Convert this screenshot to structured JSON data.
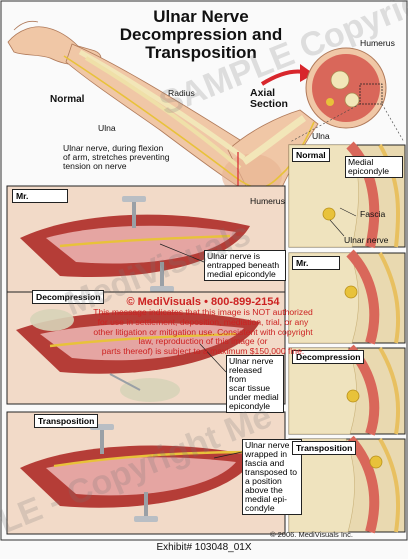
{
  "title": "Ulnar Nerve\nDecompression and\nTransposition",
  "labels": {
    "normal": "Normal",
    "radius": "Radius",
    "ulna_arm": "Ulna",
    "axial_section": "Axial\nSection",
    "humerus_top": "Humerus",
    "ulna_section": "Ulna",
    "humerus_arm": "Humerus",
    "nerve_note": "Ulnar nerve, during flexion\nof arm, stretches preventing\ntension on nerve"
  },
  "panels": {
    "mr": "Mr.",
    "decompression": "Decompression",
    "transposition": "Transposition"
  },
  "callouts": {
    "entrapped": "Ulnar nerve is\nentrapped beneath\nmedial epicondyle",
    "released": "Ulnar nerve\nreleased from\nscar tissue\nunder medial\nepicondyle",
    "wrapped": "Ulnar nerve is\nwrapped in\nfascia and\ntransposed to\na position\nabove the\nmedial epi-\ncondyle"
  },
  "section_panels": {
    "normal": "Normal",
    "medial_epicondyle": "Medial\nepicondyle",
    "fascia": "Fascia",
    "ulnar_nerve": "Ulnar nerve",
    "mr": "Mr.",
    "decompression": "Decompression",
    "transposition": "Transposition"
  },
  "watermark": {
    "line1": "SAMPLE Copyright",
    "line2": "MediVisuals",
    "line3": "LE - Copyright Me"
  },
  "notice": {
    "header": "© MediVisuals • 800-899-2154",
    "body": "This message indicates that this image is NOT authorized\nfor use in settlement, deposition, mediation, trial, or any\nother litigation or mitigation use. Consistent with copyright\nlaw, reproduction of this image (or\nparts thereof) is subject to a maximum $150,000 fine."
  },
  "footer": {
    "copyright": "© 2006. MediVisuals Inc.",
    "exhibit": "Exhibit# 103048_01X"
  },
  "colors": {
    "skin": "#f0c7a6",
    "muscle": "#c0403a",
    "nerve": "#e8c23a",
    "bone": "#f2e6b8",
    "arrow": "#d8262c"
  }
}
